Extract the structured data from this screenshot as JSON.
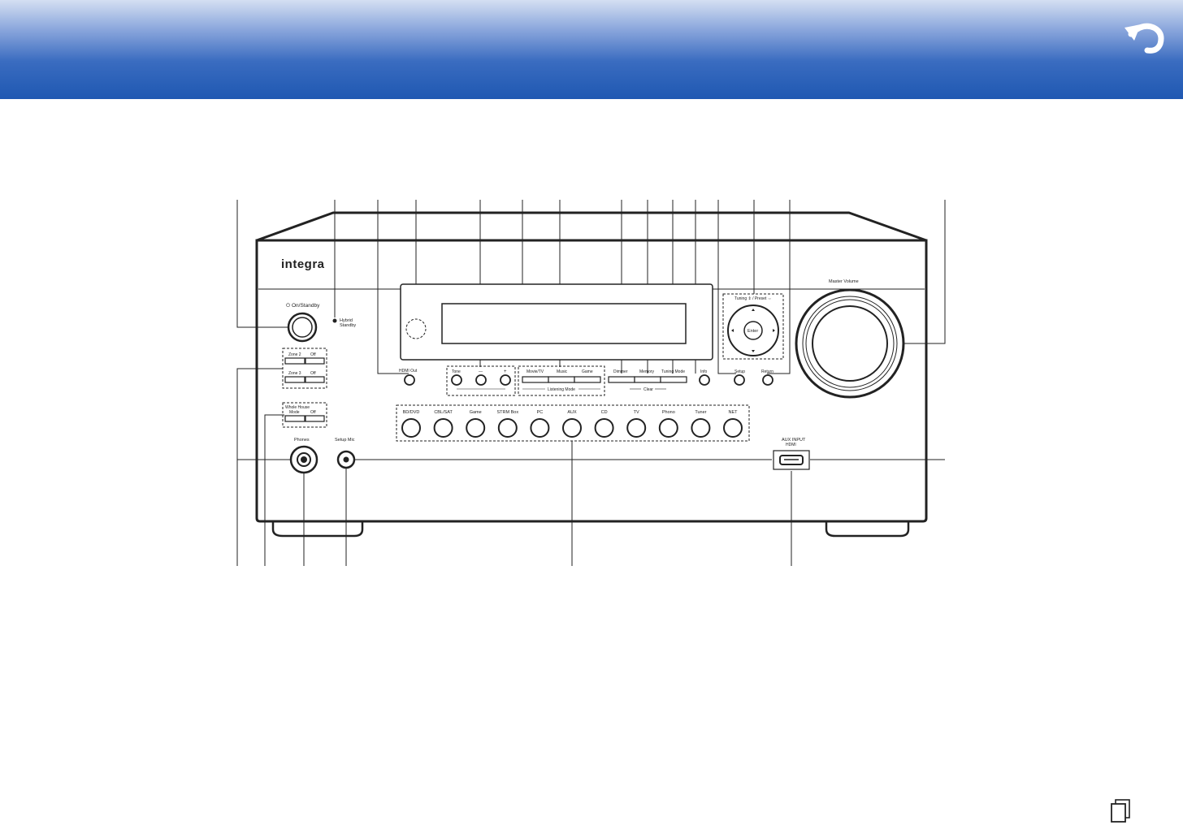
{
  "header": {
    "back_icon": "return-arrow-icon"
  },
  "receiver": {
    "brand": "integra",
    "power": {
      "label": "On/Standby",
      "symbol": "⏻"
    },
    "hybrid_standby": {
      "line1": "Hybrid",
      "line2": "Standby"
    },
    "zone_buttons": {
      "zone2": "Zone 2",
      "zone3": "Zone 3",
      "off": "Off"
    },
    "whole_house": {
      "line1": "Whole House",
      "line2": "Mode",
      "off": "Off"
    },
    "phones_label": "Phones",
    "setup_mic_label": "Setup Mic",
    "hdmi_out_label": "HDMI Out",
    "tone_group": {
      "tone": "Tone",
      "minus": "—",
      "plus": "+"
    },
    "listening_mode": {
      "movie_tv": "Movie/TV",
      "music": "Music",
      "game": "Game",
      "caption": "Listening Mode"
    },
    "dimmer": "Dimmer",
    "memory": "Memory",
    "tuning_mode": "Tuning Mode",
    "clear_caption": "Clear",
    "info": "Info",
    "tuning_preset": "Tuning ⇕ / Preset ⇔",
    "enter": "Enter",
    "setup": "Setup",
    "return": "Return",
    "master_volume": "Master Volume",
    "input_selectors": [
      "BD/DVD",
      "CBL/SAT",
      "Game",
      "STRM Box",
      "PC",
      "AUX",
      "CD",
      "TV",
      "Phono",
      "Tuner",
      "NET"
    ],
    "aux_input": {
      "line1": "AUX INPUT",
      "line2": "HDMI"
    }
  },
  "footer": {
    "page_icon": "page-icon"
  }
}
